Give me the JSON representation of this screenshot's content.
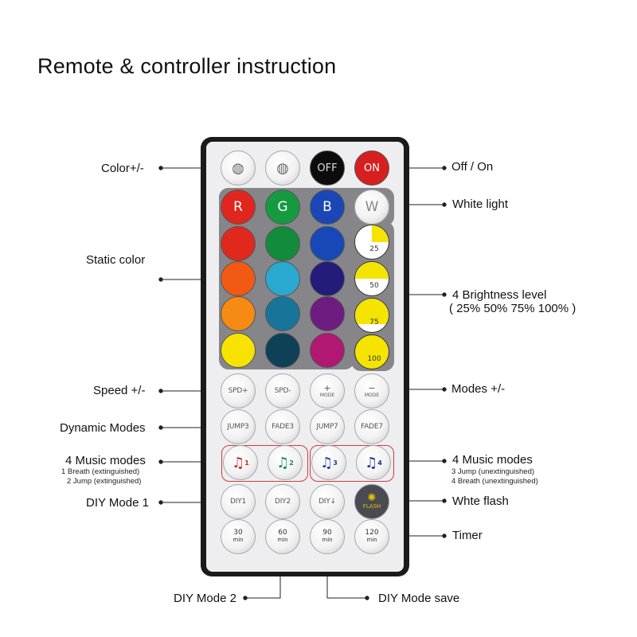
{
  "title": "Remote & controller instruction",
  "labels": {
    "color": "Color+/-",
    "static_color": "Static color",
    "speed": "Speed +/-",
    "dynamic": "Dynamic Modes",
    "music_left": "4 Music modes",
    "music_left_sub1": "1 Breath (extinguished)",
    "music_left_sub2": "2 Jump (extinguished)",
    "diy1": "DIY Mode 1",
    "diy2": "DIY Mode 2",
    "off_on": "Off / On",
    "white_light": "White light",
    "brightness": "4 Brightness level",
    "brightness_sub": "( 25% 50% 75% 100% )",
    "modes": "Modes +/-",
    "music_right": "4 Music modes",
    "music_right_sub1": "3 Jump (unextinguished)",
    "music_right_sub2": "4 Breath (unextinguished)",
    "white_flash": "Whte flash",
    "timer": "Timer",
    "diy_save": "DIY Mode save"
  },
  "remote": {
    "row1": {
      "color_plus_icon": "palette-plus-icon",
      "color_minus_icon": "palette-minus-icon",
      "off": "OFF",
      "on": "ON"
    },
    "rgbw": [
      "R",
      "G",
      "B",
      "W"
    ],
    "static_colors": [
      [
        "#e0281e",
        "#128c3a",
        "#1848b8"
      ],
      [
        "#f25a14",
        "#29a9d0",
        "#241c7a"
      ],
      [
        "#f68a12",
        "#17759a",
        "#6e1c80"
      ],
      [
        "#f8e200",
        "#0e4058",
        "#b01872"
      ]
    ],
    "rgbw_colors": [
      "#e0261f",
      "#169a40",
      "#1a46b6",
      "#f4f4f4"
    ],
    "brightness": [
      {
        "label": "25",
        "level": 0.25
      },
      {
        "label": "50",
        "level": 0.5
      },
      {
        "label": "75",
        "level": 0.75
      },
      {
        "label": "100",
        "level": 1.0
      }
    ],
    "speed_modes": [
      "SPD+",
      "SPD-",
      "MODE",
      "MODE"
    ],
    "mode_symbols": [
      "+",
      "−"
    ],
    "dynamic": [
      "JUMP3",
      "FADE3",
      "JUMP7",
      "FADE7"
    ],
    "music": [
      {
        "num": "1",
        "color": "#d0202a"
      },
      {
        "num": "2",
        "color": "#0e8a5a"
      },
      {
        "num": "3",
        "color": "#1e3c9a"
      },
      {
        "num": "4",
        "color": "#1e2e8a"
      }
    ],
    "diy": [
      "DIY1",
      "DIY2",
      "DIY↓"
    ],
    "flash": "FLASH",
    "timers": [
      {
        "value": "30",
        "unit": "min"
      },
      {
        "value": "60",
        "unit": "min"
      },
      {
        "value": "90",
        "unit": "min"
      },
      {
        "value": "120",
        "unit": "min"
      }
    ]
  },
  "colors": {
    "remote_body": "#1b1b1b",
    "panel": "#eeeef0",
    "music_box": "#d53a3a",
    "brightness_fill": "#f4e400"
  }
}
